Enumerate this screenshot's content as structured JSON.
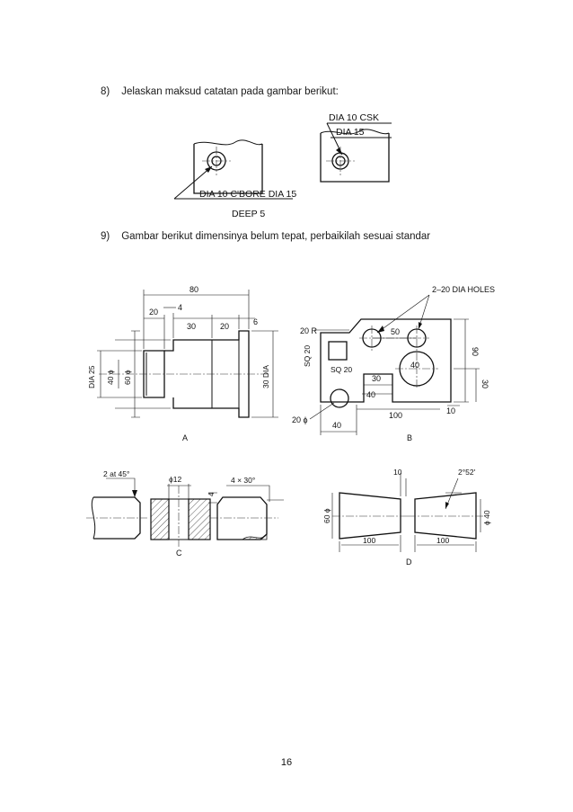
{
  "questions": [
    {
      "number": "8)",
      "text": "Jelaskan maksud catatan pada gambar berikut:"
    },
    {
      "number": "9)",
      "text": "Gambar berikut dimensinya belum tepat, perbaikilah sesuai standar"
    }
  ],
  "figure8": {
    "csk_label1": "DIA 10 CSK",
    "csk_label2": "DIA 15",
    "cbore_label1": "DIA 10 C'BORE DIA 15",
    "cbore_label2": "DEEP 5"
  },
  "figA": {
    "caption": "A",
    "dims": {
      "d80": "80",
      "d20a": "20",
      "d4": "4",
      "d30": "30",
      "d20b": "20",
      "d6": "6",
      "dia25": "DIA 25",
      "d40phi": "40 ϕ",
      "d60phi": "60 ϕ",
      "dia30": "30 DIA"
    }
  },
  "figB": {
    "caption": "B",
    "dims": {
      "holes": "2–20 DIA HOLES",
      "r20": "20 R",
      "sq20a": "SQ 20",
      "sq20b": "SQ 20",
      "d50": "50",
      "d90": "90",
      "d40circ": "40",
      "d30a": "30",
      "d30b": "30",
      "d40a": "40",
      "d100": "100",
      "d10": "10",
      "d20phi": "20 ϕ",
      "d40b": "40"
    }
  },
  "figC": {
    "caption": "C",
    "dims": {
      "chamfer": "2 at 45°",
      "phi12": "ϕ12",
      "d4": "4",
      "d4x30": "4 × 30°"
    }
  },
  "figD": {
    "caption": "D",
    "dims": {
      "d10": "10",
      "angle": "2°52'",
      "d60phi": "60 ϕ",
      "phi40": "ϕ 40",
      "d100a": "100",
      "d100b": "100"
    }
  },
  "page_number": "16"
}
